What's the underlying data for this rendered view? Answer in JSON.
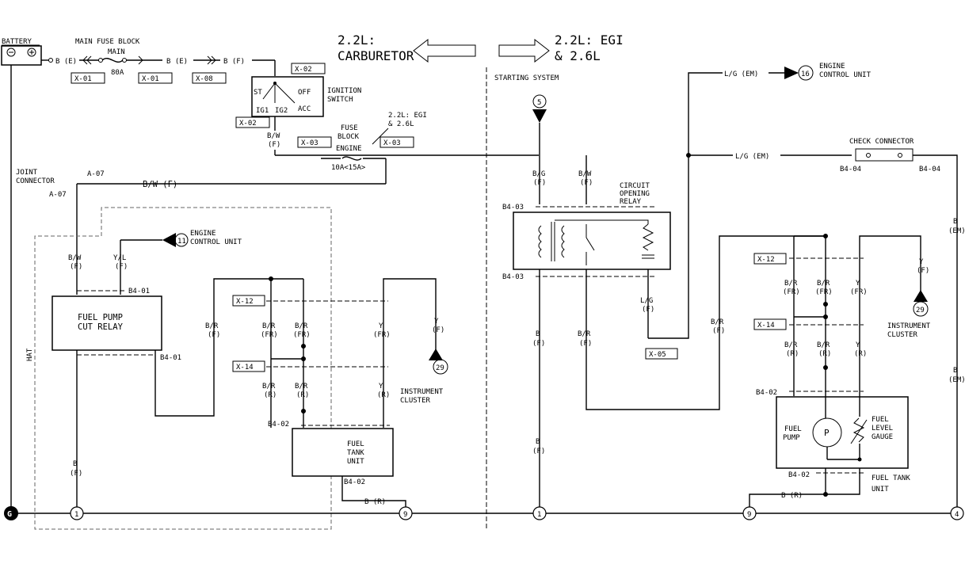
{
  "header": {
    "carb_line1": "2.2L:",
    "carb_line2": "CARBURETOR",
    "egi_line1": "2.2L: EGI",
    "egi_line2": "& 2.6L",
    "starting_system": "STARTING SYSTEM"
  },
  "left": {
    "battery": "BATTERY",
    "main_fuse_block": "MAIN FUSE BLOCK",
    "main": "MAIN",
    "main_amp": "80A",
    "wire_be": "B (E)",
    "wire_bf": "B (F)",
    "x01": "X-01",
    "x02": "X-02",
    "x03": "X-03",
    "x08": "X-08",
    "x12": "X-12",
    "x14": "X-14",
    "ignition_switch_1": "IGNITION",
    "ignition_switch_2": "SWITCH",
    "sw_st": "ST",
    "sw_off": "OFF",
    "sw_ig1": "IG1",
    "sw_ig2": "IG2",
    "sw_acc": "ACC",
    "fuse_block_1": "FUSE",
    "fuse_block_2": "BLOCK",
    "fuse_note_1": "2.2L: EGI",
    "fuse_note_2": "& 2.6L",
    "engine": "ENGINE",
    "fuse_amp": "10A<15A>",
    "bw": "B/W",
    "f": "(F)",
    "joint_1": "JOINT",
    "joint_2": "CONNECTOR",
    "a07": "A-07",
    "bw_f": "B/W (F)",
    "ecu_num": "11",
    "ecu_1": "ENGINE",
    "ecu_2": "CONTROL UNIT",
    "yl": "Y/L",
    "b401": "B4-01",
    "relay_1": "FUEL PUMP",
    "relay_2": "CUT RELAY",
    "hat": "HAT",
    "br": "B/R",
    "fr": "(FR)",
    "r": "(R)",
    "y": "Y",
    "b": "B",
    "b402": "B4-02",
    "tank_1": "FUEL",
    "tank_2": "TANK",
    "tank_3": "UNIT",
    "br_r": "B (R)",
    "inst_num": "29",
    "inst_1": "INSTRUMENT",
    "inst_2": "CLUSTER",
    "ground": "G",
    "node1": "1",
    "node9": "9"
  },
  "right": {
    "node5": "5",
    "bg": "B/G",
    "bw": "B/W",
    "f": "(F)",
    "b403": "B4-03",
    "cor_1": "CIRCUIT",
    "cor_2": "OPENING",
    "cor_3": "RELAY",
    "lg": "L/G",
    "lg_em": "L/G (EM)",
    "ecu_num": "16",
    "ecu_1": "ENGINE",
    "ecu_2": "CONTROL UNIT",
    "check_connector": "CHECK CONNECTOR",
    "b404": "B4-04",
    "b": "B",
    "em": "(EM)",
    "x05": "X-05",
    "x12": "X-12",
    "x14": "X-14",
    "br": "B/R",
    "fr": "(FR)",
    "r": "(R)",
    "y": "Y",
    "inst_num": "29",
    "inst_1": "INSTRUMENT",
    "inst_2": "CLUSTER",
    "b402": "B4-02",
    "pump_1": "FUEL",
    "pump_2": "PUMP",
    "pump_p": "P",
    "gauge_1": "FUEL",
    "gauge_2": "LEVEL",
    "gauge_3": "GAUGE",
    "tank_1": "FUEL TANK",
    "tank_2": "UNIT",
    "br_r": "B (R)",
    "node1": "1",
    "node9": "9",
    "node4": "4"
  }
}
